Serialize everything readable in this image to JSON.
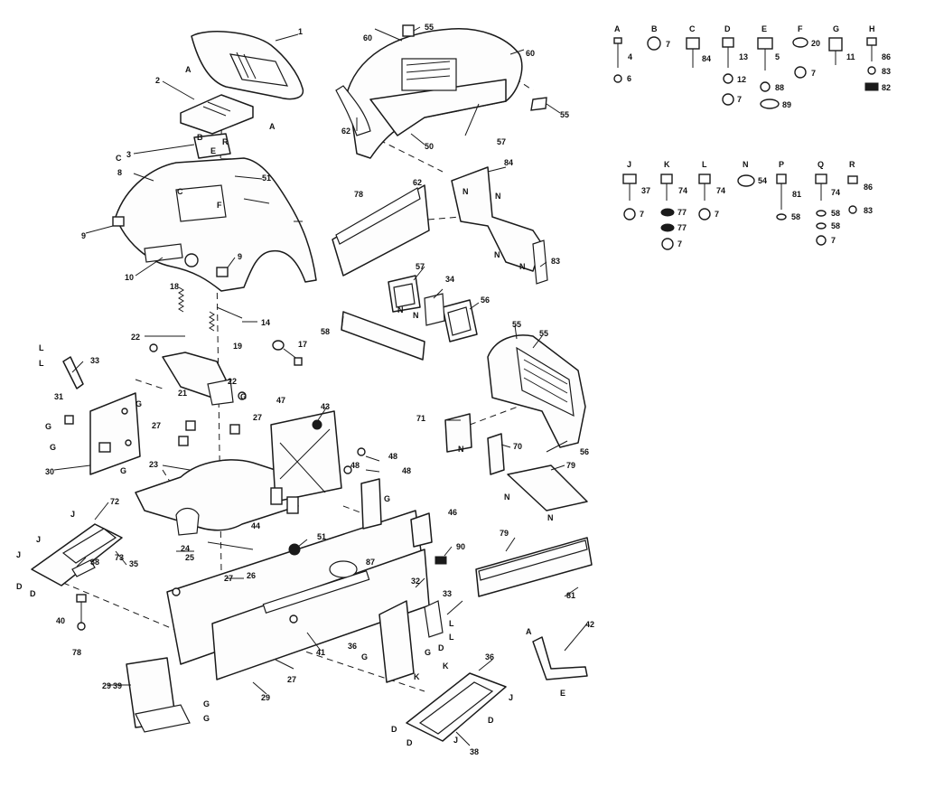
{
  "diagram": {
    "part_numbers": [
      "1",
      "2",
      "3",
      "8",
      "9",
      "10",
      "9",
      "18",
      "14",
      "22",
      "19",
      "22",
      "21",
      "17",
      "33",
      "31",
      "30",
      "27",
      "27",
      "23",
      "24",
      "72",
      "73",
      "35",
      "38",
      "40",
      "78",
      "25",
      "27",
      "26",
      "41",
      "27",
      "29",
      "29",
      "47",
      "43",
      "48",
      "48",
      "44",
      "48",
      "51",
      "46",
      "90",
      "32",
      "33",
      "36",
      "39",
      "38",
      "36",
      "55",
      "55",
      "55",
      "60",
      "60",
      "57",
      "84",
      "78",
      "62",
      "50",
      "62",
      "51",
      "57",
      "34",
      "56",
      "58",
      "55",
      "56",
      "71",
      "70",
      "79",
      "79",
      "81",
      "42",
      "83",
      "87"
    ],
    "letter_labels": [
      "A",
      "A",
      "C",
      "B",
      "E",
      "R",
      "C",
      "F",
      "G",
      "L",
      "L",
      "G",
      "G",
      "G",
      "G",
      "J",
      "J",
      "J",
      "D",
      "D",
      "N",
      "N",
      "N",
      "N",
      "N",
      "N",
      "N",
      "N",
      "N",
      "G",
      "L",
      "L",
      "K",
      "K",
      "G",
      "G",
      "D",
      "D",
      "D",
      "D",
      "J",
      "J",
      "G",
      "G",
      "A",
      "E"
    ],
    "hardware": [
      {
        "letter": "A",
        "number": "4",
        "sub_number": "6"
      },
      {
        "letter": "B",
        "number": "7"
      },
      {
        "letter": "C",
        "number": "84"
      },
      {
        "letter": "D",
        "number": "13",
        "sub_number": "12",
        "sub_number2": "7"
      },
      {
        "letter": "E",
        "number": "5",
        "sub_number": "88",
        "sub_number2": "89"
      },
      {
        "letter": "F",
        "number": "20",
        "sub_number": "7"
      },
      {
        "letter": "G",
        "number": "11"
      },
      {
        "letter": "H",
        "number": "86",
        "sub_number": "83",
        "sub_number2": "82"
      },
      {
        "letter": "J",
        "number": "37",
        "sub_number": "7"
      },
      {
        "letter": "K",
        "number": "74",
        "sub_number": "77",
        "sub_number2": "77",
        "sub_number3": "7"
      },
      {
        "letter": "L",
        "number": "74",
        "sub_number": "7"
      },
      {
        "letter": "N",
        "number": "54"
      },
      {
        "letter": "P",
        "number": "81",
        "sub_number": "58"
      },
      {
        "letter": "Q",
        "number": "74",
        "sub_number": "58",
        "sub_number2": "58",
        "sub_number3": "7"
      },
      {
        "letter": "R",
        "number": "86",
        "sub_number": "83"
      }
    ]
  }
}
